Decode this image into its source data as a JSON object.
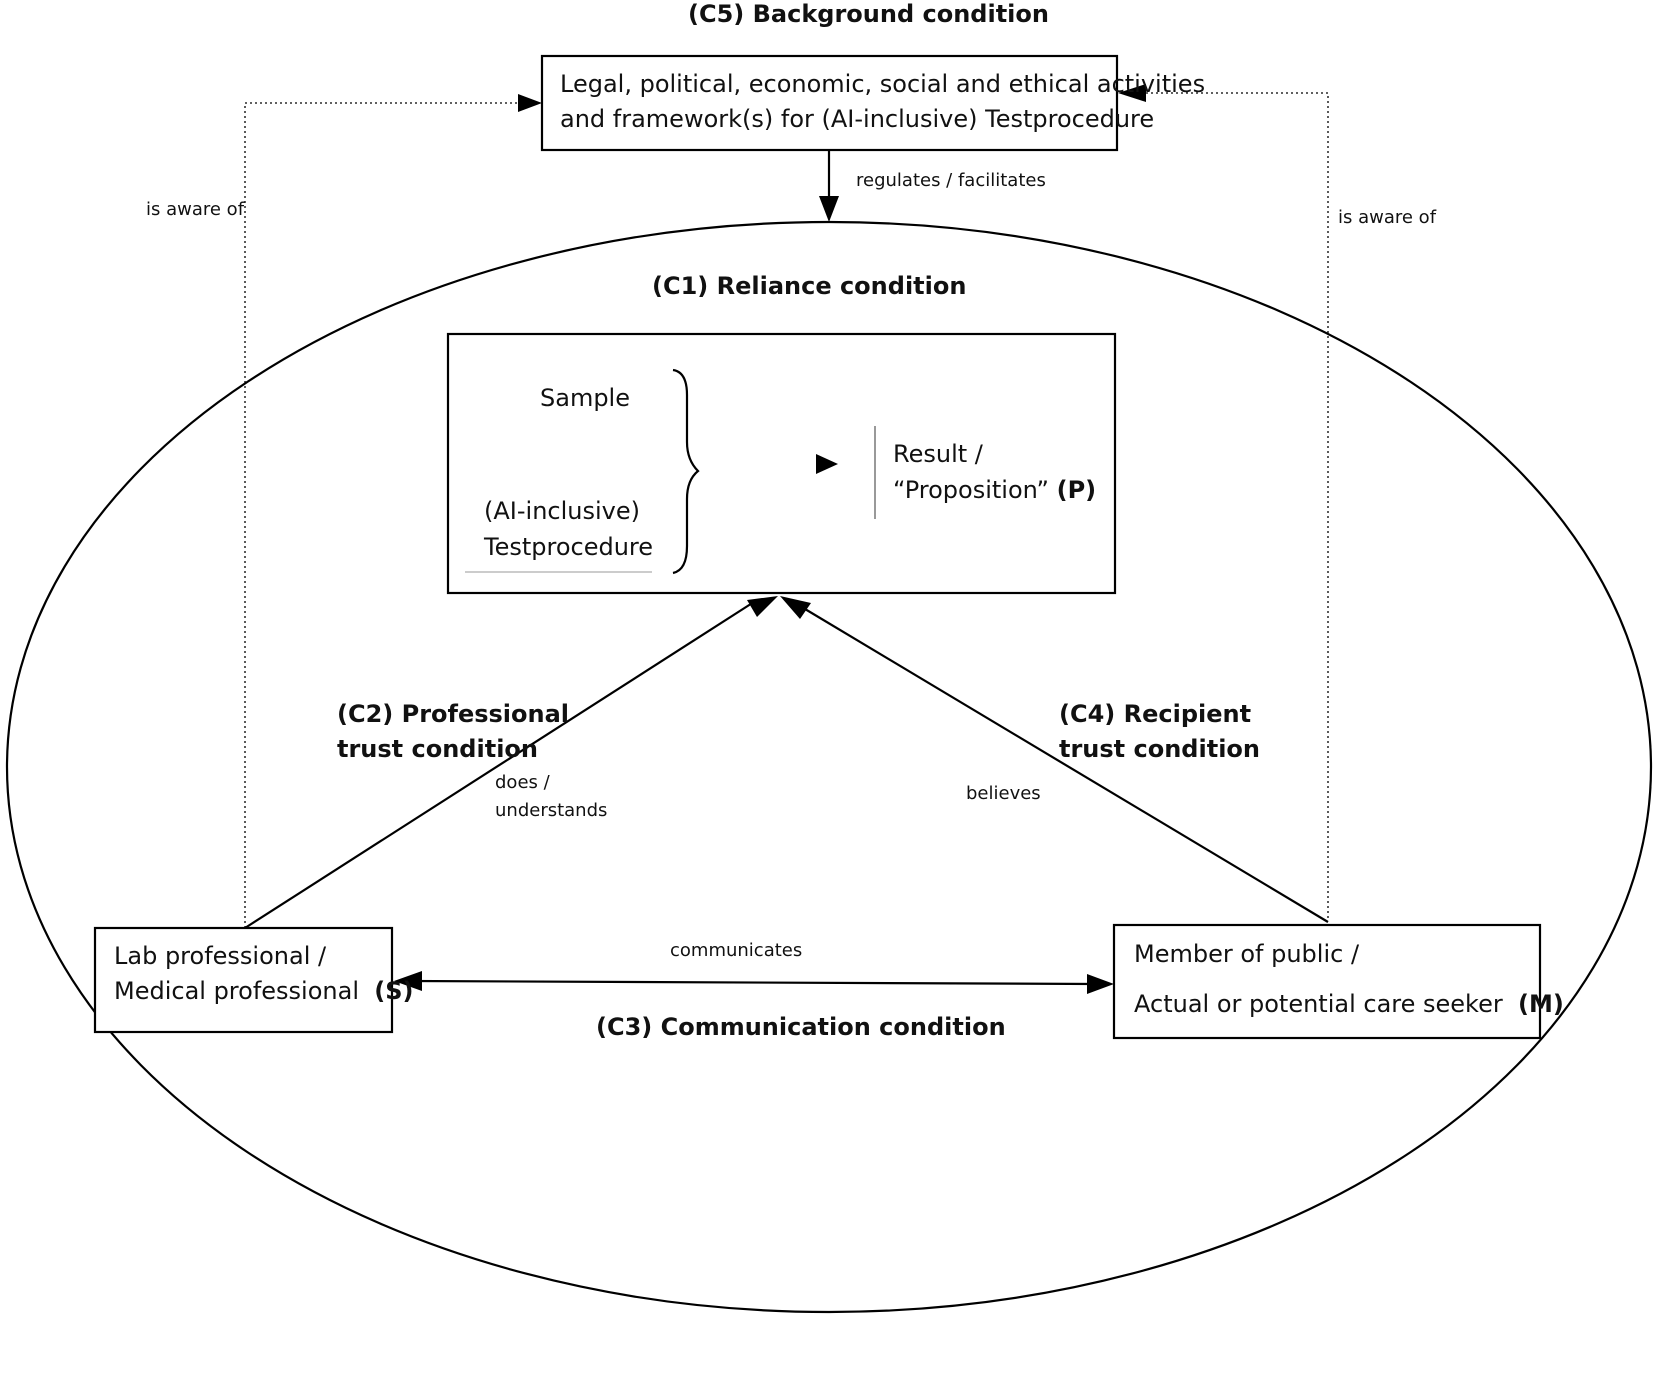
{
  "background_condition": {
    "heading": "(C5) Background condition",
    "box_line1": "Legal, political, economic, social and ethical activities",
    "box_line2": "and framework(s) for (AI-inclusive) Testprocedure"
  },
  "edges": {
    "regulates": "regulates / facilitates",
    "aware_left": "is aware of",
    "aware_right": "is aware of",
    "does": "does /",
    "understands": "understands",
    "believes": "believes",
    "communicates": "communicates"
  },
  "reliance_condition": {
    "heading": "(C1) Reliance condition",
    "sample": "Sample",
    "testproc_line1": "(AI-inclusive)",
    "testproc_line2": "Testprocedure",
    "result_line1": "Result /",
    "result_line2": "“Proposition”",
    "result_tag": "(P)"
  },
  "professional_condition": {
    "line1": "(C2) Professional",
    "line2": "trust condition"
  },
  "recipient_condition": {
    "line1": "(C4) Recipient",
    "line2": "trust condition"
  },
  "communication_condition": {
    "heading": "(C3) Communication condition"
  },
  "lab_box": {
    "line1": "Lab professional /",
    "line2": "Medical professional",
    "tag": "(S)"
  },
  "public_box": {
    "line1": "Member of public /",
    "line2": "Actual or potential care seeker",
    "tag": "(M)"
  }
}
